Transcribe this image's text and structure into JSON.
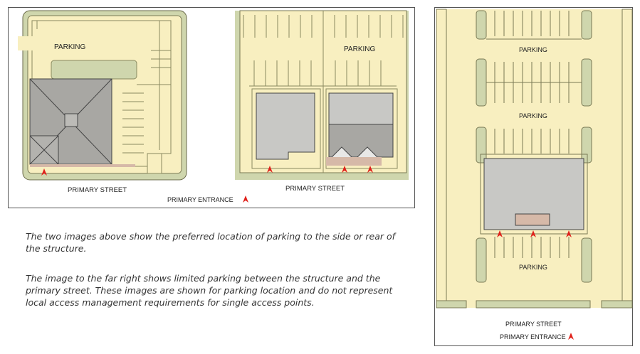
{
  "left_panel": {
    "site1_label": "PARKING",
    "site2_label": "PARKING",
    "street1": "PRIMARY STREET",
    "street2": "PRIMARY STREET",
    "legend": "PRIMARY ENTRANCE"
  },
  "right_panel": {
    "parking_top": "PARKING",
    "parking_mid": "PARKING",
    "parking_bottom": "PARKING",
    "street": "PRIMARY STREET",
    "legend": "PRIMARY ENTRANCE"
  },
  "captions": {
    "para1": "The two images above show the preferred location of parking to the side or rear of the structure.",
    "para2": "The image to the far right shows limited parking between the structure and the primary street.  These images are shown for parking location and do not represent local access management requirements for single access points."
  },
  "colors": {
    "lot": "#f8efc0",
    "curb": "#cfd6ad",
    "building": "#c8c8c5",
    "entrance": "#e0211b",
    "porch": "#d6b9a8"
  }
}
